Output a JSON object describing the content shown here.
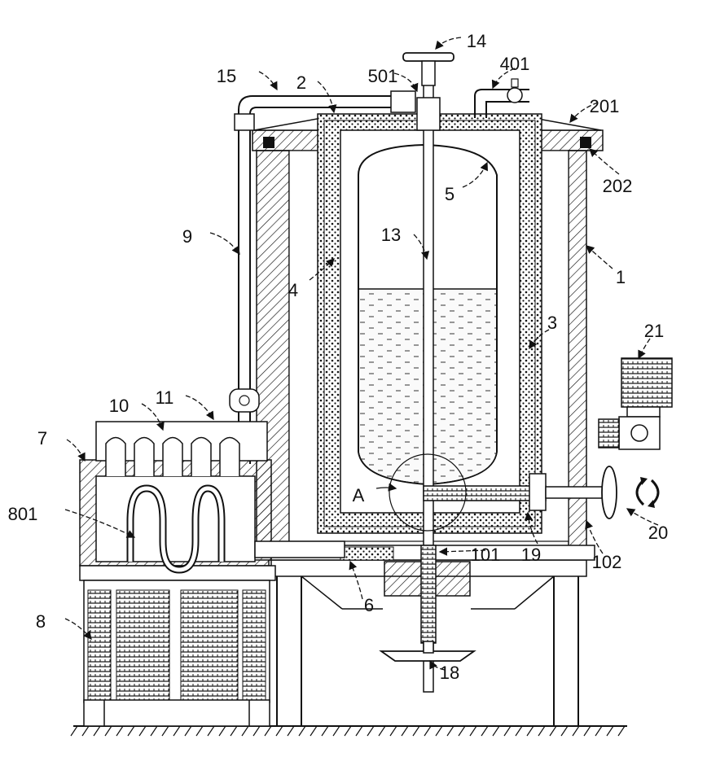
{
  "labels": {
    "l1": "1",
    "l2": "2",
    "l3": "3",
    "l4": "4",
    "l5": "5",
    "l6": "6",
    "l7": "7",
    "l8": "8",
    "l9": "9",
    "l10": "10",
    "l11": "11",
    "l13": "13",
    "l14": "14",
    "l15": "15",
    "l18": "18",
    "l19": "19",
    "l20": "20",
    "l21": "21",
    "l101": "101",
    "l102": "102",
    "l201": "201",
    "l202": "202",
    "l401": "401",
    "l501": "501",
    "l801": "801",
    "lA": "A"
  },
  "colors": {
    "ink": "#111111",
    "liquid": "#f3f3f3",
    "background": "#ffffff"
  },
  "icons": {
    "rotation": "rotation-arrows-icon",
    "motor": "motor-icon",
    "handwheel": "handwheel-icon",
    "valve": "valve-icon"
  }
}
